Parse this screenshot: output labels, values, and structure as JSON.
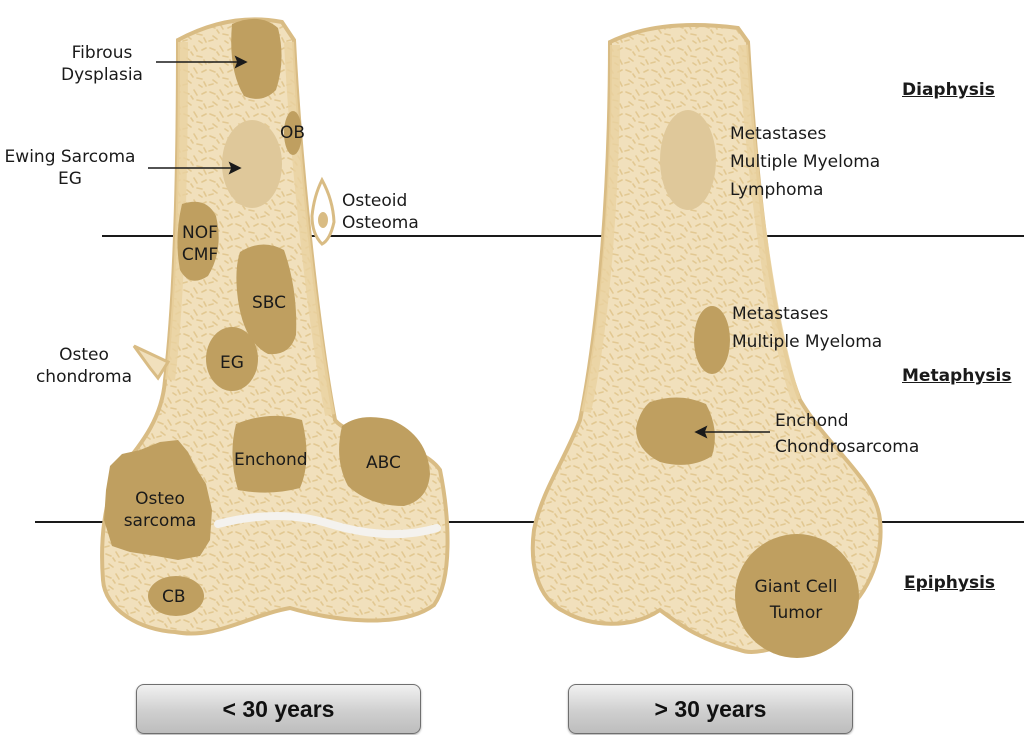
{
  "zones": {
    "diaphysis": "Diaphysis",
    "metaphysis": "Metaphysis",
    "epiphysis": "Epiphysis"
  },
  "age_groups": {
    "young": "< 30 years",
    "old": "> 30 years"
  },
  "young_bone": {
    "fibrous_dysplasia": [
      "Fibrous",
      "Dysplasia"
    ],
    "ewing": [
      "Ewing Sarcoma",
      "EG"
    ],
    "ob": "OB",
    "osteoid_osteoma": [
      "Osteoid",
      "Osteoma"
    ],
    "nof_cmf": [
      "NOF",
      "CMF"
    ],
    "sbc": "SBC",
    "osteochondroma": [
      "Osteo",
      "chondroma"
    ],
    "eg": "EG",
    "enchond": "Enchond",
    "abc": "ABC",
    "osteosarcoma": [
      "Osteo",
      "sarcoma"
    ],
    "cb": "CB"
  },
  "old_bone": {
    "diaphysis_lesions": [
      "Metastases",
      "Multiple Myeloma",
      "Lymphoma"
    ],
    "metaphysis_lesions": [
      "Metastases",
      "Multiple Myeloma"
    ],
    "enchond": [
      "Enchond",
      "Chondrosarcoma"
    ],
    "giant_cell": [
      "Giant Cell",
      "Tumor"
    ]
  },
  "colors": {
    "bone_fill": "#f1e0bc",
    "bone_edge": "#d9bc84",
    "cortex": "#ead2a0",
    "lesion": "#bf9f60",
    "lesion_faint": "#dfc89a",
    "growth_plate": "#f4f2ee"
  }
}
